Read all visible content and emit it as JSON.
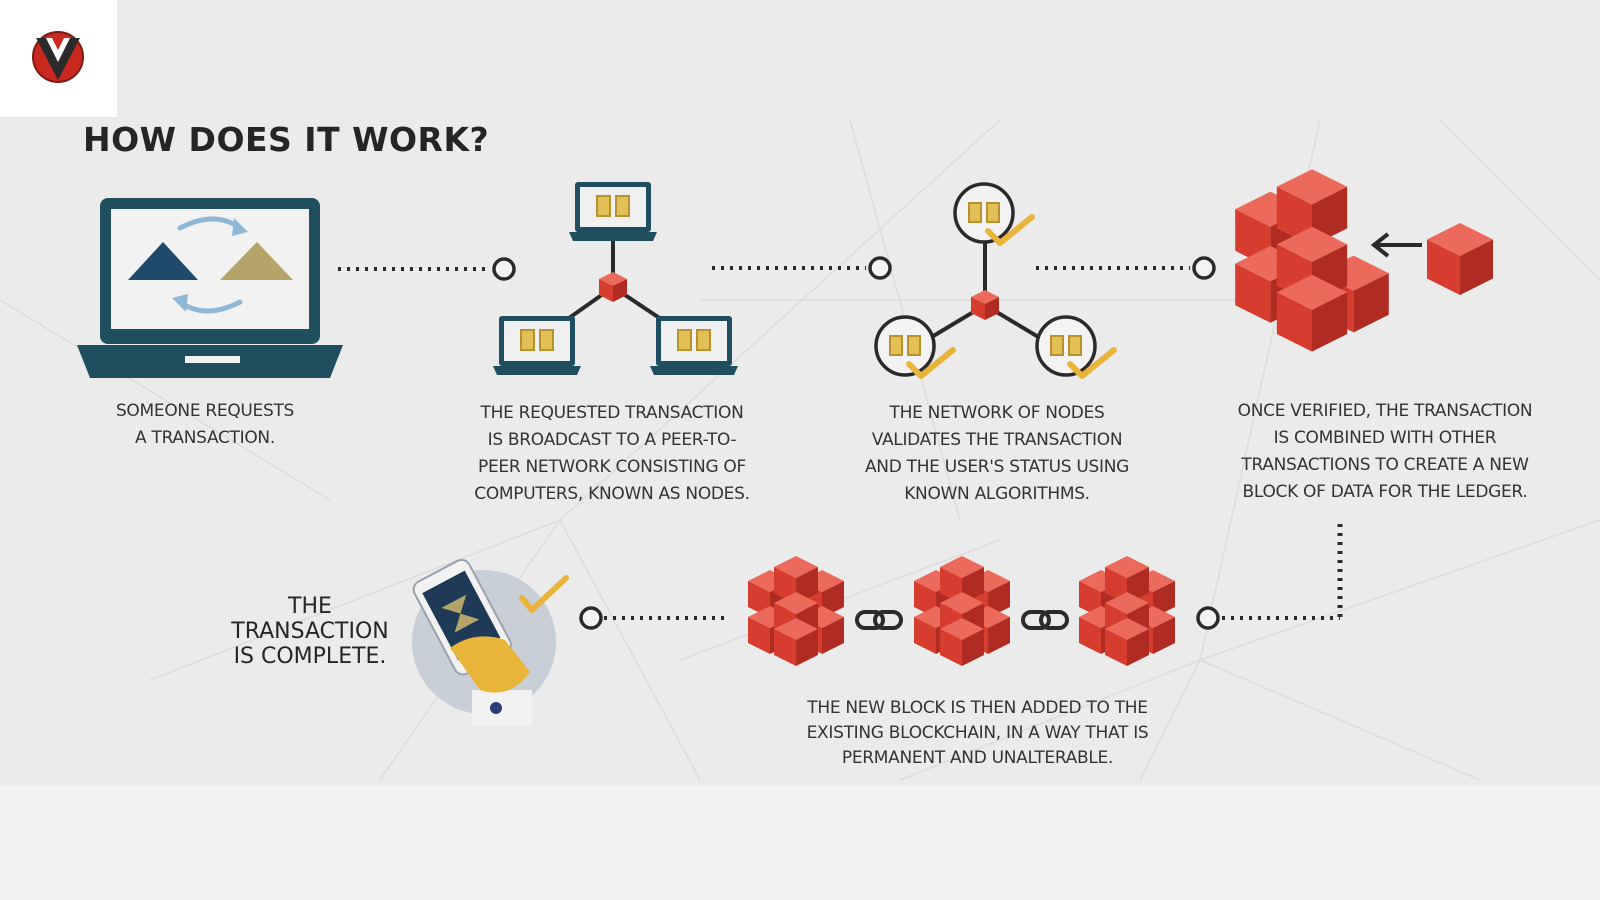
{
  "title": "HOW DOES IT WORK?",
  "steps": [
    {
      "lines": [
        "SOMEONE REQUESTS",
        "A TRANSACTION."
      ]
    },
    {
      "lines": [
        "THE REQUESTED TRANSACTION",
        "IS BROADCAST TO A PEER-TO-",
        "PEER NETWORK CONSISTING OF",
        "COMPUTERS, KNOWN AS NODES."
      ]
    },
    {
      "lines": [
        "THE NETWORK OF NODES",
        "VALIDATES THE TRANSACTION",
        "AND THE USER'S STATUS USING",
        "KNOWN ALGORITHMS."
      ]
    },
    {
      "lines": [
        "ONCE VERIFIED, THE TRANSACTION",
        "IS COMBINED WITH OTHER",
        "TRANSACTIONS TO CREATE A NEW",
        "BLOCK OF DATA FOR THE LEDGER."
      ]
    },
    {
      "lines": [
        "THE NEW BLOCK IS THEN ADDED TO THE",
        "EXISTING BLOCKCHAIN, IN A WAY THAT IS",
        "PERMANENT AND UNALTERABLE."
      ]
    }
  ],
  "complete": {
    "lines": [
      "THE",
      "TRANSACTION",
      "IS COMPLETE."
    ]
  },
  "colors": {
    "background": "#ebebeb",
    "laptop": "#1f4f5e",
    "block_red": "#d63d2e",
    "check_yellow": "#e8b53a",
    "triangle_blue": "#1f4a6e",
    "triangle_gold": "#b5a468",
    "arrow_blue": "#8fb8d6"
  },
  "icons": [
    "logo-icon",
    "laptop-icon",
    "node-computer-icon",
    "cube-icon",
    "checkmark-icon",
    "chain-link-icon",
    "phone-hand-icon",
    "arrow-left-icon"
  ]
}
